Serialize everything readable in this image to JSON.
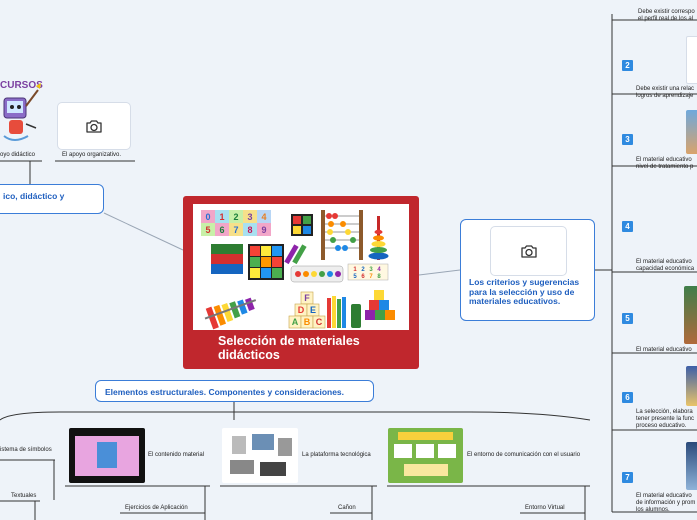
{
  "central": {
    "title": "Selección de materiales didácticos"
  },
  "left": {
    "recursos_word": "CURSOS",
    "apoyo_didactico": "oyo didáctico",
    "apoyo_organizativo": "El apoyo organizativo.",
    "topic_partial": "ico, didáctico y"
  },
  "right_topic": {
    "label": "Los criterios y sugerencias para la selección y uso de materiales educativos."
  },
  "criteria": [
    {
      "num": "",
      "text": "Debe existir correspo el perfil real de los al"
    },
    {
      "num": "2",
      "text": "Debe existir una relac logros de aprendizaje"
    },
    {
      "num": "3",
      "text": "El material educativo nivel de tratamiento p"
    },
    {
      "num": "4",
      "text": "El material educativo capacidad económica"
    },
    {
      "num": "5",
      "text": "El material educativo"
    },
    {
      "num": "6",
      "text": "La selección, elabora tener presente la func proceso educativo."
    },
    {
      "num": "7",
      "text": "El material educativo de información y prom los alumnos."
    }
  ],
  "bottom_topic": {
    "label": "Elementos estructurales. Componentes y consideraciones."
  },
  "bottom": {
    "sistema": "istema de símbolos",
    "textuales": "Textuales",
    "contenido": "El contenido material",
    "ejercicios": "Ejercicios de Aplicación",
    "plataforma": "La plataforma tecnológica",
    "canon": "Cañon",
    "entorno": "El entorno de comunicación con el usuario",
    "entorno_virtual": "Entorno Virtual"
  },
  "colors": {
    "background": "#eef3f9",
    "accent": "#3b7dd8",
    "central": "#c0272d",
    "number_badge": "#2f8ae0"
  },
  "icons": [
    "camera-icon"
  ]
}
